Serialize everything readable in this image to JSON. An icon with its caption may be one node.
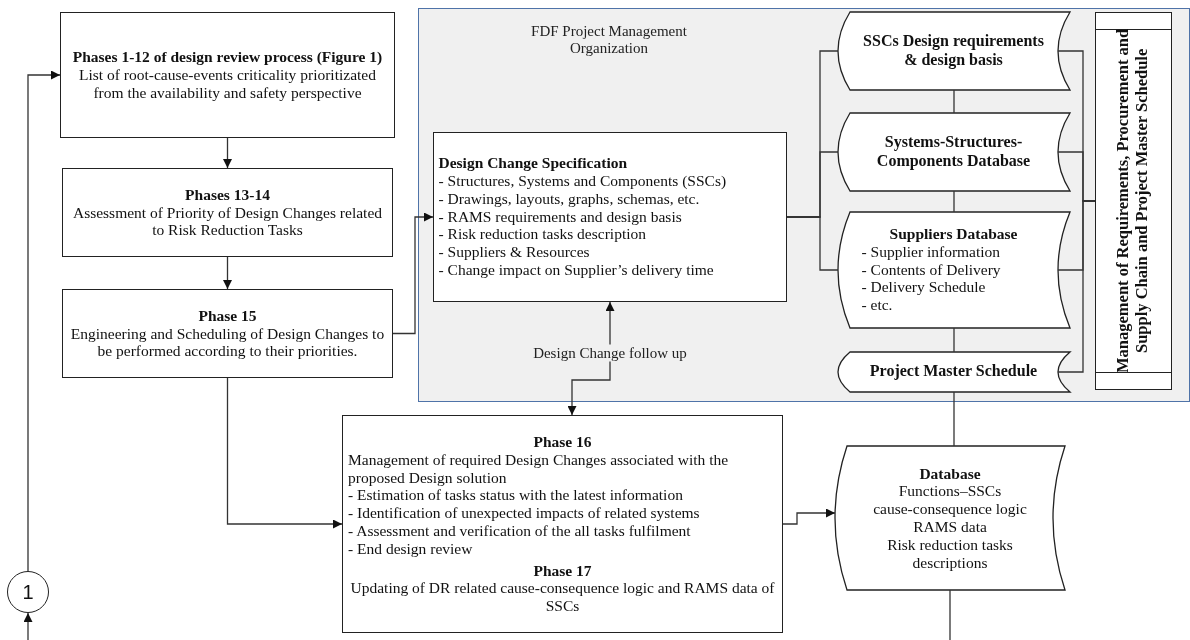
{
  "diagram": {
    "nodes": [
      {
        "text": [
          "Phases 1-12 of design review process (Figure 1)",
          "List of root-cause-events criticality prioritizated from the availability and safety perspective"
        ]
      },
      {
        "text": [
          "Phases 13-14",
          "Assessment of Priority of Design Changes related to Risk Reduction Tasks"
        ]
      },
      {
        "text": [
          "Phase 15",
          "Engineering and Scheduling of Design Changes to be performed according to their priorities."
        ]
      },
      {
        "text": [
          "FDF Project Management Organization"
        ]
      },
      {
        "text": [
          "Design Change Specification",
          "- Structures, Systems and Components (SSCs)",
          "- Drawings, layouts, graphs, schemas, etc.",
          "- RAMS requirements and design basis",
          "- Risk reduction tasks description",
          "- Suppliers & Resources",
          "- Change impact on Supplier’s delivery time"
        ],
        "in": 3
      },
      {
        "text": [
          "SSCs Design requirements & design basis"
        ],
        "in": 3
      },
      {
        "text": [
          "Systems-Structures-Components Database"
        ],
        "in": 3
      },
      {
        "text": [
          "Suppliers Database",
          "- Supplier information",
          "- Contents of Delivery",
          "- Delivery Schedule",
          "- etc."
        ],
        "in": 3
      },
      {
        "text": [
          "Project Master Schedule"
        ],
        "in": 3
      },
      {
        "text": [
          "Management of Requirements, Procurement and Supply Chain and Project Master Schedule"
        ],
        "in": 3
      },
      {
        "text": [
          "Phase 16",
          "Management of required Design Changes associated with the proposed Design solution",
          "- Estimation of tasks status with the latest information",
          "- Identification of unexpected impacts of related systems",
          "- Assessment and verification of the all tasks fulfilment",
          "- End design review",
          "Phase 17",
          "Updating of DR related cause-consequence logic and RAMS data of SSCs"
        ]
      },
      {
        "text": [
          "Database",
          "Functions–SSCs",
          "cause-consequence logic",
          "RAMS data",
          "Risk reduction tasks descriptions"
        ]
      },
      {
        "text": [
          "1"
        ]
      }
    ],
    "edges": [
      {
        "from": 0,
        "to": 1,
        "arrow": "to"
      },
      {
        "from": 1,
        "to": 2,
        "arrow": "to"
      },
      {
        "from": 2,
        "to": 4,
        "arrow": "to"
      },
      {
        "from": 2,
        "to": 10,
        "arrow": "to"
      },
      {
        "from": 4,
        "to": 10,
        "arrow": "both",
        "label": "Design Change follow up"
      },
      {
        "from": 4,
        "to": 5,
        "arrow": "none"
      },
      {
        "from": 4,
        "to": 6,
        "arrow": "none"
      },
      {
        "from": 4,
        "to": 7,
        "arrow": "none"
      },
      {
        "from": 5,
        "to": 6,
        "arrow": "none"
      },
      {
        "from": 6,
        "to": 7,
        "arrow": "none"
      },
      {
        "from": 7,
        "to": 8,
        "arrow": "none"
      },
      {
        "from": 8,
        "to": 11,
        "arrow": "none"
      },
      {
        "from": 11,
        "to": null,
        "arrow": "none"
      },
      {
        "from": 5,
        "to": 9,
        "arrow": "none"
      },
      {
        "from": 6,
        "to": 9,
        "arrow": "none"
      },
      {
        "from": 7,
        "to": 9,
        "arrow": "none"
      },
      {
        "from": 8,
        "to": 9,
        "arrow": "none"
      },
      {
        "from": 10,
        "to": 11,
        "arrow": "to"
      },
      {
        "from": null,
        "to": 12,
        "arrow": "to"
      },
      {
        "from": 12,
        "to": 0,
        "arrow": "to"
      }
    ]
  }
}
